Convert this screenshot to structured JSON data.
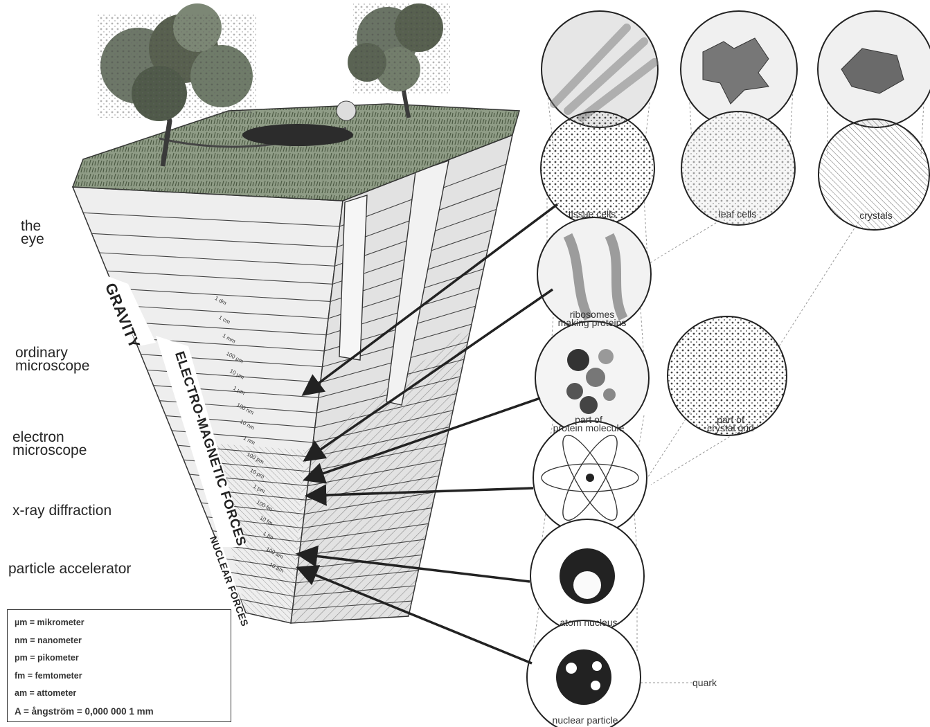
{
  "levels": [
    {
      "id": "eye",
      "line1": "the",
      "line2": "eye"
    },
    {
      "id": "ordinary_microscope",
      "line1": "ordinary",
      "line2": "microscope"
    },
    {
      "id": "electron_microscope",
      "line1": "electron",
      "line2": "microscope"
    },
    {
      "id": "xray",
      "line1": "x-ray diffraction",
      "line2": ""
    },
    {
      "id": "accelerator",
      "line1": "particle accelerator",
      "line2": ""
    }
  ],
  "forces": {
    "gravity": "GRAVITY",
    "electromagnetic": "ELECTRO-MAGNETIC FORCES",
    "nuclear": "NUCLEAR FORCES"
  },
  "scale_marks": [
    "1 dm",
    "1 cm",
    "1 mm",
    "100 µm",
    "10 µm",
    "1 µm",
    "100 nm",
    "10 nm",
    "1 nm",
    "100 pm",
    "10 pm",
    "1 pm",
    "100 fm",
    "10 fm",
    "1 fm",
    "100 am",
    "10 am"
  ],
  "specimens": {
    "tissue_cells": "tissue cells",
    "leaf_cells": "leaf cells",
    "crystals": "crystals",
    "ribosomes_line1": "ribosomes",
    "ribosomes_line2": "making proteins",
    "protein_line1": "part of",
    "protein_line2": "protein molecule",
    "crystal_grid_line1": "part of",
    "crystal_grid_line2": "crystal grid",
    "atom_nucleus": "atom nucleus",
    "nuclear_particle": "nuclear particle",
    "quark": "quark"
  },
  "legend": [
    "µm = mikrometer",
    "nm = nanometer",
    "pm = pikometer",
    "fm = femtometer",
    "am = attometer",
    "A = ångström = 0,000 000 1 mm"
  ]
}
